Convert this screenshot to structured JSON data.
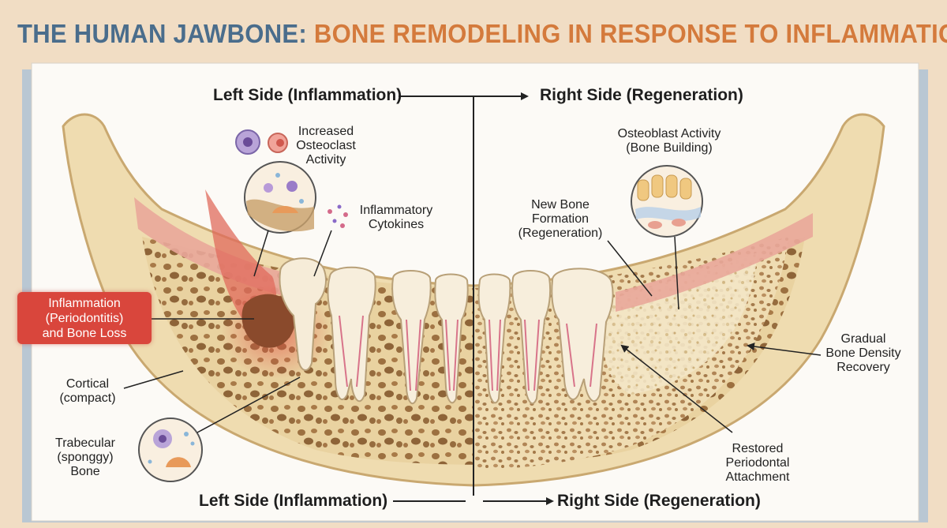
{
  "title": {
    "part1": "THE HUMAN JAWBONE:",
    "part2": "BONE REMODELING IN RESPONSE TO INFLAMMATION"
  },
  "headers": {
    "top_left": "Left Side (Inflammation)",
    "top_right": "Right Side (Regeneration)",
    "bottom_left": "Left Side (Inflammation)",
    "bottom_right": "Right Side (Regeneration)"
  },
  "labels": {
    "osteoclast": [
      "Increased",
      "Osteoclast",
      "Activity"
    ],
    "cytokines": [
      "Inflammatory",
      "Cytokines"
    ],
    "inflammation": [
      "Inflammation",
      "(Periodontitis)",
      "and Bone Loss"
    ],
    "cortical": [
      "Cortical",
      "(compact)"
    ],
    "trabecular": [
      "Trabecular",
      "(sponggy)",
      "Bone"
    ],
    "osteoblast": [
      "Osteoblast Activity",
      "(Bone Building)"
    ],
    "new_bone": [
      "New Bone",
      "Formation",
      "(Regeneration)"
    ],
    "density": [
      "Gradual",
      "Bone Density",
      "Recovery"
    ],
    "periodontal": [
      "Restored",
      "Periodontal",
      "Attachment"
    ]
  },
  "colors": {
    "title_blue": "#4a6d8c",
    "title_orange": "#d47a3c",
    "bone": "#eedcb2",
    "inflammation_red": "#d9463c"
  }
}
